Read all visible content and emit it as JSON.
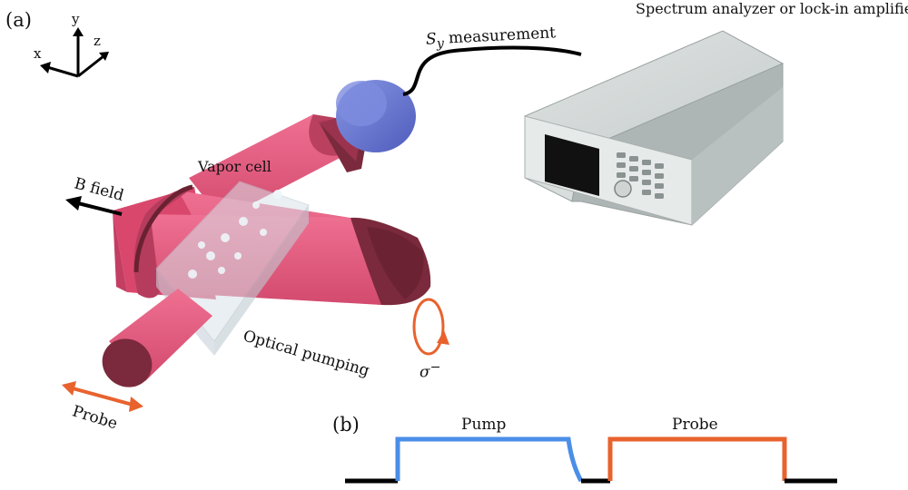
{
  "panel_a_label": "(a)",
  "panel_b_label": "(b)",
  "axes": {
    "x": "x",
    "y": "y",
    "z": "z"
  },
  "instrument_label": "Spectrum analyzer or lock-in amplifier",
  "measurement": {
    "symbol": "S",
    "subscript": "y",
    "text": "measurement"
  },
  "vapor_cell_label": "Vapor cell",
  "b_field_label": "B field",
  "optical_pumping_label": "Optical pumping",
  "polarization_label": "σ",
  "polarization_superscript": "−",
  "probe_label": "Probe",
  "timing": {
    "pump_label": "Pump",
    "probe_label": "Probe"
  },
  "colors": {
    "beam": "#e0557a",
    "beam_dark": "#7f2c3e",
    "detector": "#6a78d2",
    "instrument_body": "#c9cfcf",
    "pump_pulse": "#4a8ee8",
    "probe_pulse": "#e8622e",
    "baseline": "#000000"
  }
}
